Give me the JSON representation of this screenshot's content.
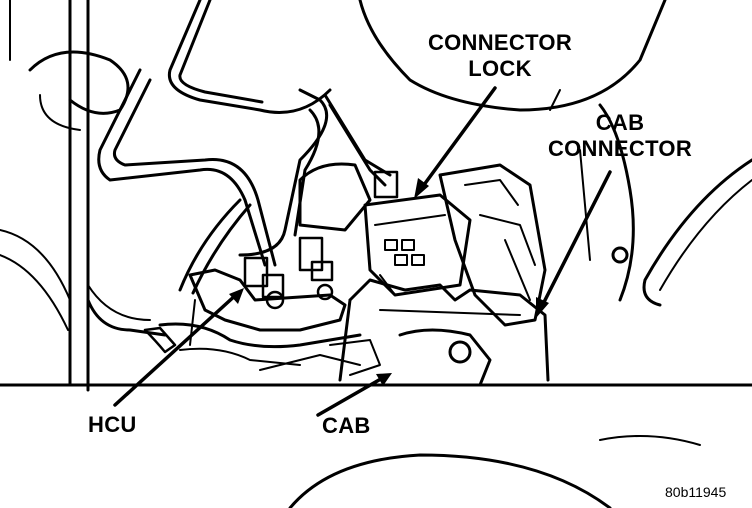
{
  "callouts": {
    "connector_lock": [
      "CONNECTOR",
      "LOCK"
    ],
    "cab_connector": [
      "CAB",
      "CONNECTOR"
    ],
    "hcu": "HCU",
    "cab": "CAB"
  },
  "figure_id": "80b11945",
  "colors": {
    "ink": "#000000",
    "paper": "#ffffff"
  }
}
